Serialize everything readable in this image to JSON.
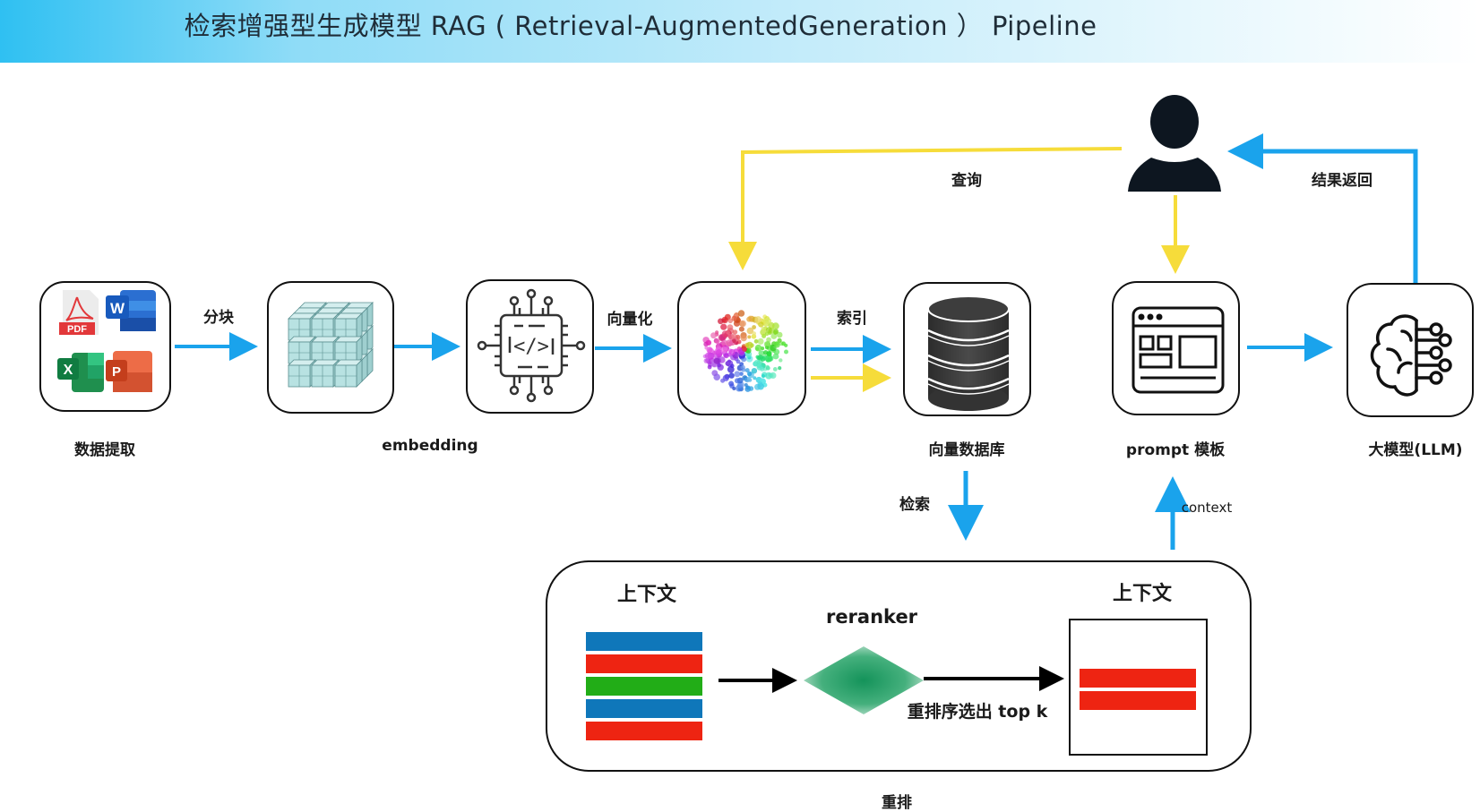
{
  "header": {
    "title": "检索增强型生成模型 RAG ( Retrieval-AugmentedGeneration ） Pipeline"
  },
  "nodes": {
    "data_extraction": {
      "label": "数据提取",
      "icons": [
        "pdf-icon",
        "word-icon",
        "excel-icon",
        "powerpoint-icon"
      ],
      "pdf_text": "PDF",
      "word_text": "W",
      "excel_text": "X",
      "ppt_text": "P"
    },
    "chunks": {
      "label": "",
      "icon": "cube-grid-icon"
    },
    "embedding": {
      "label": "embedding",
      "icon": "chip-code-icon",
      "code_text": "</>"
    },
    "vectors": {
      "label": "",
      "icon": "vector-scatter-icon"
    },
    "vector_db": {
      "label": "向量数据库",
      "icon": "database-icon"
    },
    "prompt_template": {
      "label": "prompt 模板",
      "icon": "browser-template-icon"
    },
    "llm": {
      "label": "大模型(LLM)",
      "icon": "brain-circuit-icon"
    },
    "user": {
      "icon": "user-icon"
    }
  },
  "edges": {
    "chunking": "分块",
    "vectorize": "向量化",
    "index": "索引",
    "query": "查询",
    "return_result": "结果返回",
    "retrieve": "检索",
    "context": "context"
  },
  "rerank": {
    "caption": "重排",
    "input_title": "上下文",
    "output_title": "上下文",
    "reranker_label": "reranker",
    "select_label": "重排序选出 top k",
    "input_chunks": [
      "blue",
      "red",
      "green",
      "blue",
      "red"
    ],
    "output_chunks": [
      "red",
      "red"
    ]
  },
  "colors": {
    "flow_blue": "#1aa3ec",
    "query_yellow": "#f6dc3a",
    "chunk_blue": "#0f77ba",
    "chunk_red": "#ee2412",
    "chunk_green": "#22ad17",
    "reranker_green": "#1e9a5e"
  }
}
